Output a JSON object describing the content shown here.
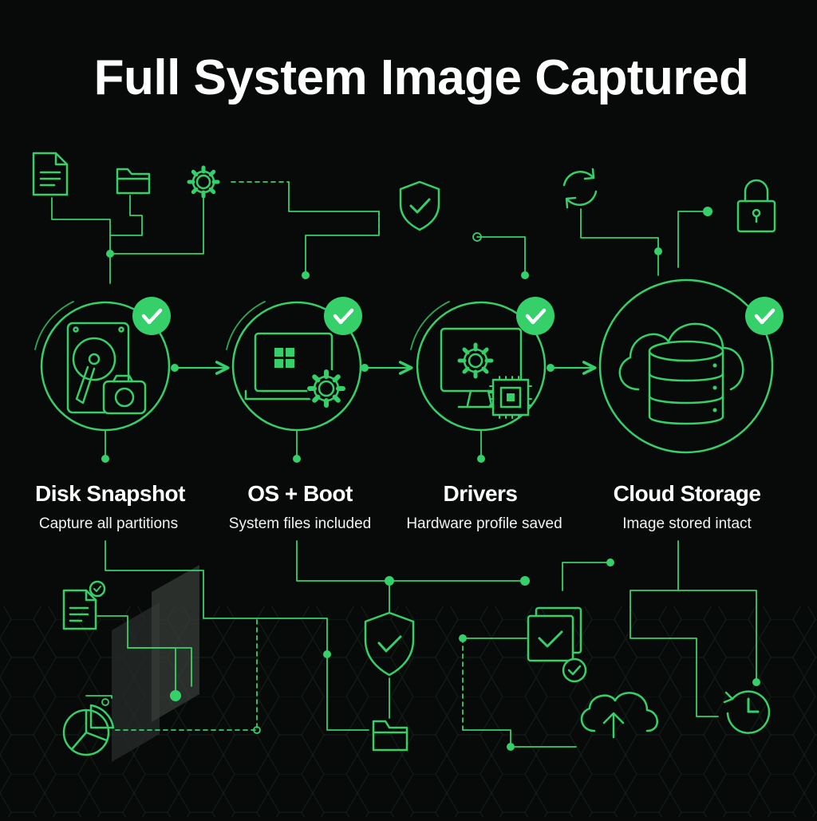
{
  "title": "Full System Image Captured",
  "accent": "#35d06a",
  "steps": [
    {
      "label": "Disk Snapshot",
      "sub": "Capture all partitions",
      "icon": "hard-drive-camera-icon"
    },
    {
      "label": "OS + Boot",
      "sub": "System files included",
      "icon": "laptop-windows-gear-icon"
    },
    {
      "label": "Drivers",
      "sub": "Hardware profile saved",
      "icon": "monitor-gear-chip-icon"
    },
    {
      "label": "Cloud Storage",
      "sub": "Image stored intact",
      "icon": "cloud-database-icon"
    }
  ],
  "top_icons": [
    "document-icon",
    "folder-icon",
    "gear-icon",
    "shield-check-icon",
    "sync-icon",
    "lock-icon"
  ],
  "bottom_icons": [
    "document-check-icon",
    "pie-chart-icon",
    "shield-check-icon",
    "folder-icon",
    "copy-check-icon",
    "cloud-upload-icon",
    "history-clock-icon"
  ]
}
